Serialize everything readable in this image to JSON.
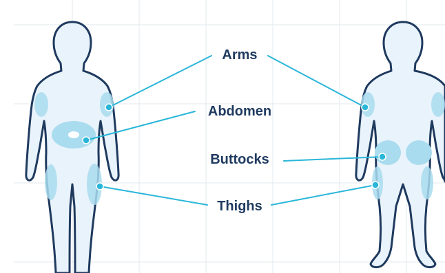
{
  "labels": {
    "arms": "Arms",
    "abdomen": "Abdomen",
    "buttocks": "Buttocks",
    "thighs": "Thighs"
  },
  "colors": {
    "outline": "#1f3a5f",
    "body_fill": "#e9f3fb",
    "site_fill": "#a9dcee",
    "site_light": "#c9e9f5",
    "line": "#29b6d9",
    "grid": "#e3e8ee",
    "label": "#1f3a5f"
  }
}
